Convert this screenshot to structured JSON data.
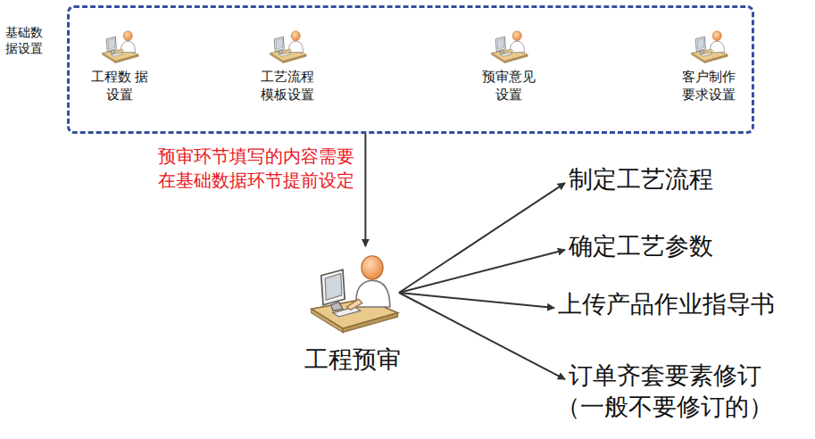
{
  "diagram": {
    "nodes": [
      {
        "text": [
          "基础数 据设置"
        ]
      },
      {
        "text": [
          "工程数 据设置"
        ],
        "in": 0
      },
      {
        "text": [
          "工艺流程 模板设置"
        ],
        "in": 0
      },
      {
        "text": [
          "预审意见 设置"
        ],
        "in": 0
      },
      {
        "text": [
          "客户制作 要求设置"
        ],
        "in": 0
      },
      {
        "text": [
          "工程预审"
        ]
      },
      {
        "text": [
          "制定工艺流程"
        ]
      },
      {
        "text": [
          "确定工艺参数"
        ]
      },
      {
        "text": [
          "上传产品作业指导书"
        ]
      },
      {
        "text": [
          "订单齐套要素修订",
          "（一般不要修订的）"
        ]
      }
    ],
    "edges": [
      {
        "from": 0,
        "to": 5,
        "arrow": "to",
        "label": "预审环节填写的内容需要 在基础数据环节提前设定"
      },
      {
        "from": 5,
        "to": 6,
        "arrow": "to"
      },
      {
        "from": 5,
        "to": 7,
        "arrow": "to"
      },
      {
        "from": 5,
        "to": 8,
        "arrow": "to"
      },
      {
        "from": 5,
        "to": 9,
        "arrow": "to"
      }
    ]
  }
}
